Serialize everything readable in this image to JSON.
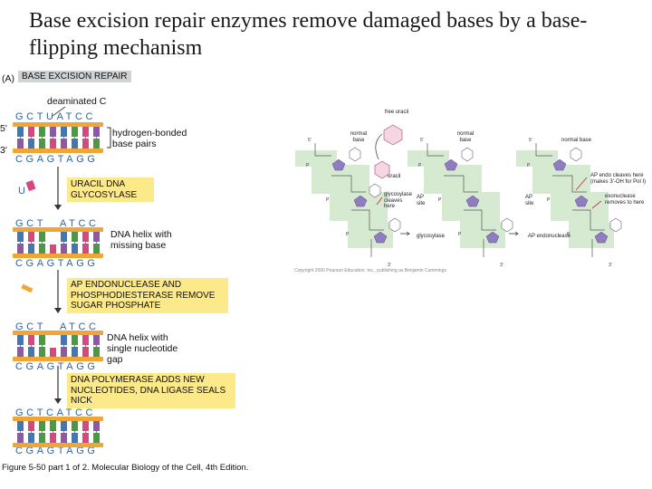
{
  "title": "Base excision repair enzymes remove damaged bases by a base-flipping mechanism",
  "panel": {
    "label": "(A)",
    "header": "BASE EXCISION REPAIR",
    "deaminated_label": "deaminated C",
    "prime5": "5'",
    "prime3": "3'",
    "seq_top_full": "GCTUATCC",
    "seq_bottom": "CGAGTAGG",
    "hbond_label": "hydrogen-bonded base pairs",
    "uracil_symbol": "U",
    "step1_box": "URACIL DNA GLYCOSYLASE",
    "seq_top_gap_left": "GCT",
    "seq_top_gap_right": "ATCC",
    "missing_label": "DNA helix with missing base",
    "step2_box": "AP ENDONUCLEASE AND PHOSPHODIESTERASE REMOVE SUGAR PHOSPHATE",
    "gap_label": "DNA helix with single nucleotide gap",
    "step3_box": "DNA POLYMERASE ADDS NEW NUCLEOTIDES, DNA LIGASE SEALS NICK",
    "seq_top_repaired": "GCTCATCC"
  },
  "figure_b": {
    "free_uracil": "free uracil",
    "normal_base": "normal base",
    "uracil": "uracil",
    "glycosylase_cleaves": "glycosylase cleaves here",
    "glycosylase": "glycosylase",
    "ap_site": "AP site",
    "ap_endo_cleaves": "AP endo cleaves here (makes 3'-OH for Pol I)",
    "exonuclease": "exonuclease removes to here",
    "ap_endonuclease": "AP endonuclease",
    "prime5": "5'",
    "prime3": "3'",
    "credit": "Copyright 2000 Pearson Education, Inc., publishing as Benjamin Cummings"
  },
  "caption": "Figure 5-50 part 1 of 2. Molecular Biology of the Cell, 4th Edition.",
  "colors": {
    "strand": "#f0a637",
    "base_blue": "#3f78b5",
    "base_pink": "#d6497e",
    "base_green": "#4a9a43",
    "base_purple": "#8f58a6",
    "box_yellow": "#fbe98a",
    "header_gray": "#cfd3d6",
    "step_green": "#d6ead2",
    "sugar_purple": "#8f7cc1"
  }
}
